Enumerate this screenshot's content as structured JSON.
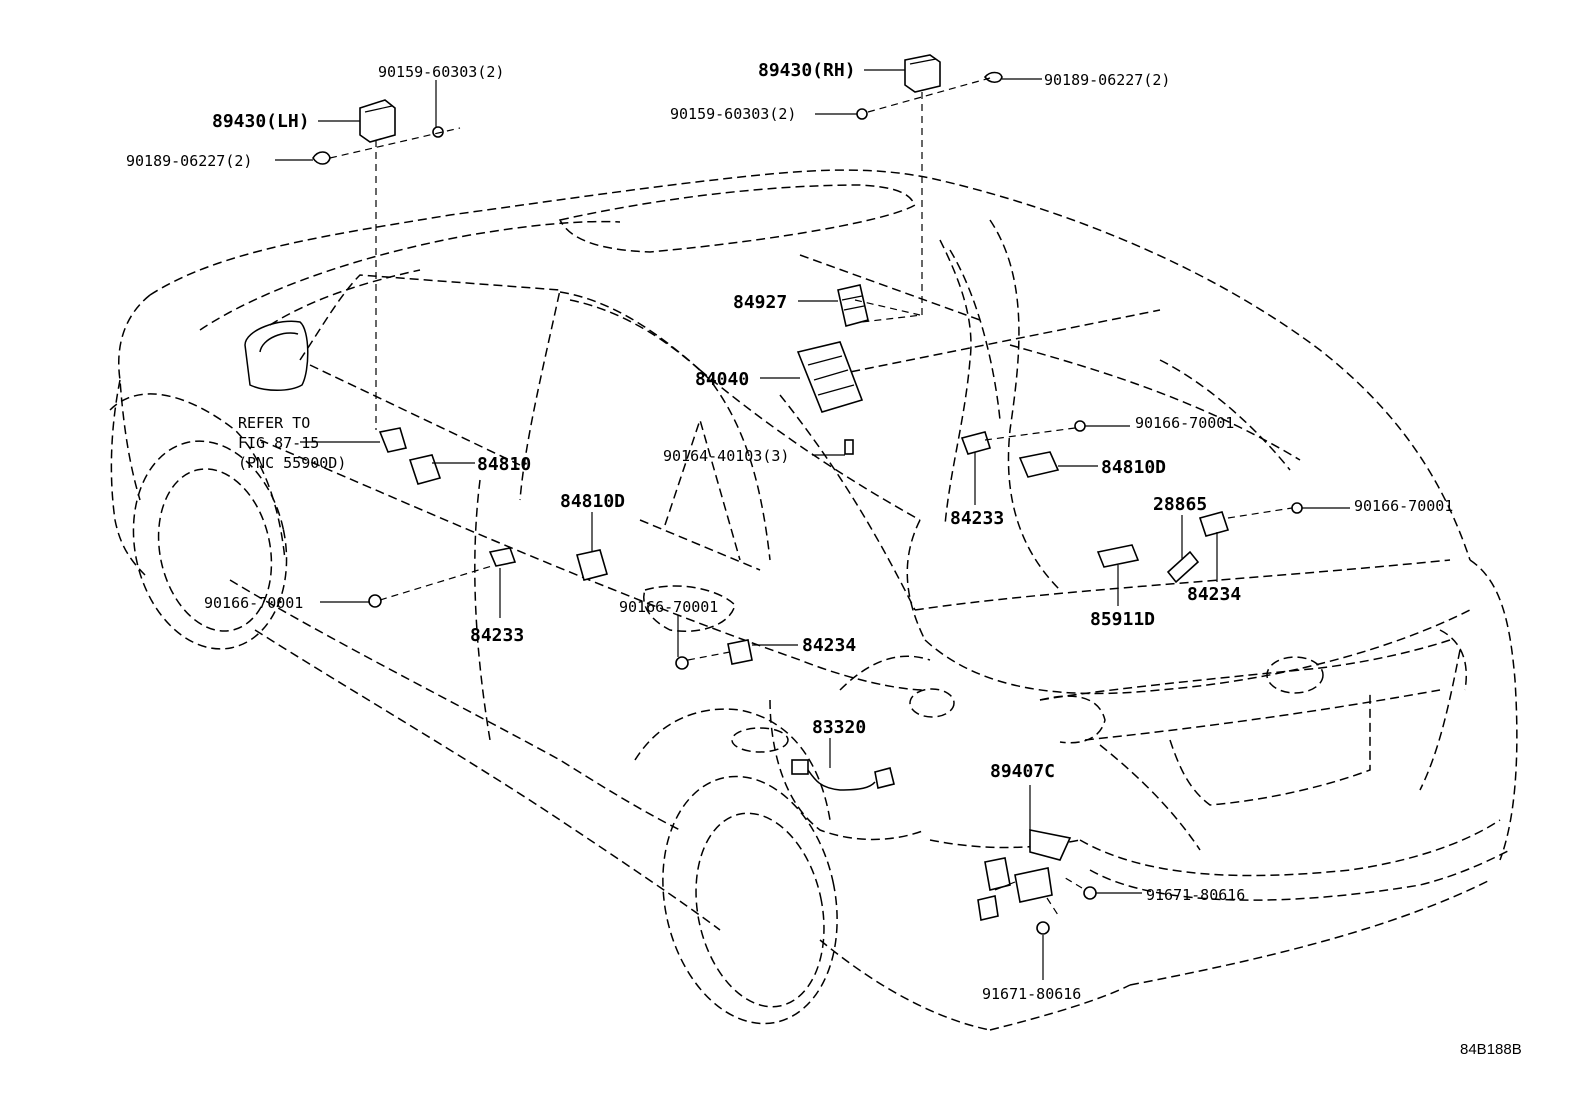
{
  "labels": {
    "p89430_lh": "89430(LH)",
    "p89430_rh": "89430(RH)",
    "p90159_lh": "90159-60303(2)",
    "p90159_rh": "90159-60303(2)",
    "p90189_lh": "90189-06227(2)",
    "p90189_rh": "90189-06227(2)",
    "p84927": "84927",
    "p84040": "84040",
    "p90164": "90164-40103(3)",
    "p84810": "84810",
    "p84810d_left": "84810D",
    "p84810d_right": "84810D",
    "p84233_left": "84233",
    "p84233_right": "84233",
    "p90166_left": "90166-70001",
    "p90166_mid": "90166-70001",
    "p90166_upper_right": "90166-70001",
    "p90166_right": "90166-70001",
    "p84234_mid": "84234",
    "p84234_right": "84234",
    "p28865": "28865",
    "p85911d": "85911D",
    "p83320": "83320",
    "p89407c": "89407C",
    "p91671_right": "91671-80616",
    "p91671_bottom": "91671-80616"
  },
  "refer": {
    "line1": "REFER TO",
    "line2": "FIG 87-15",
    "line3": "(PNC 55900D)"
  },
  "figure_id": "84B188B"
}
